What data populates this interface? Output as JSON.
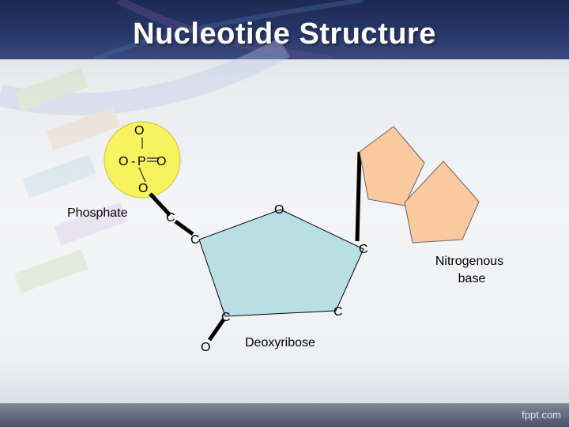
{
  "slide": {
    "title": "Nucleotide Structure",
    "watermark": "fppt.com"
  },
  "phosphate": {
    "top_o": "O",
    "left_o": "O",
    "dash": "-",
    "p": "P",
    "right_o": "O",
    "bottom_o": "O",
    "label": "Phosphate"
  },
  "sugar": {
    "label": "Deoxyribose",
    "ring_o": "O",
    "atoms": [
      "C",
      "C",
      "C",
      "C",
      "C"
    ],
    "hydroxyl_o": "O"
  },
  "base": {
    "label_line1": "Nitrogenous",
    "label_line2": "base"
  },
  "colors": {
    "phosphate": "#f7f35f",
    "sugar": "#b8dfe4",
    "base": "#fbc9a0"
  }
}
